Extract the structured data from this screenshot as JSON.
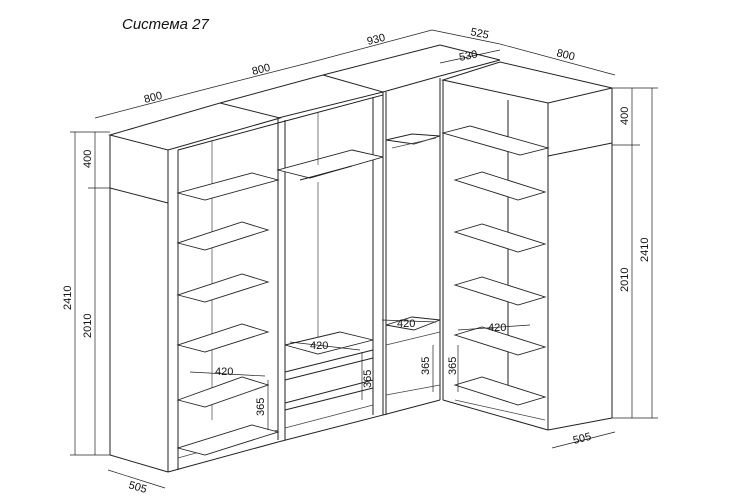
{
  "title": "Система 27",
  "dims": {
    "top_left_800": "800",
    "top_mid_800": "800",
    "top_930": "930",
    "top_525": "525",
    "top_530": "530",
    "top_right_800": "800",
    "left_400": "400",
    "left_2010": "2010",
    "left_2410": "2410",
    "bottom_left_505": "505",
    "right_400": "400",
    "right_2010": "2010",
    "right_2410": "2410",
    "bottom_right_505": "505",
    "shelf_420_a": "420",
    "height_365_a": "365",
    "shelf_420_b": "420",
    "height_365_b": "365",
    "shelf_420_c": "420",
    "height_365_c": "365",
    "shelf_420_d": "420",
    "height_365_d": "365"
  }
}
